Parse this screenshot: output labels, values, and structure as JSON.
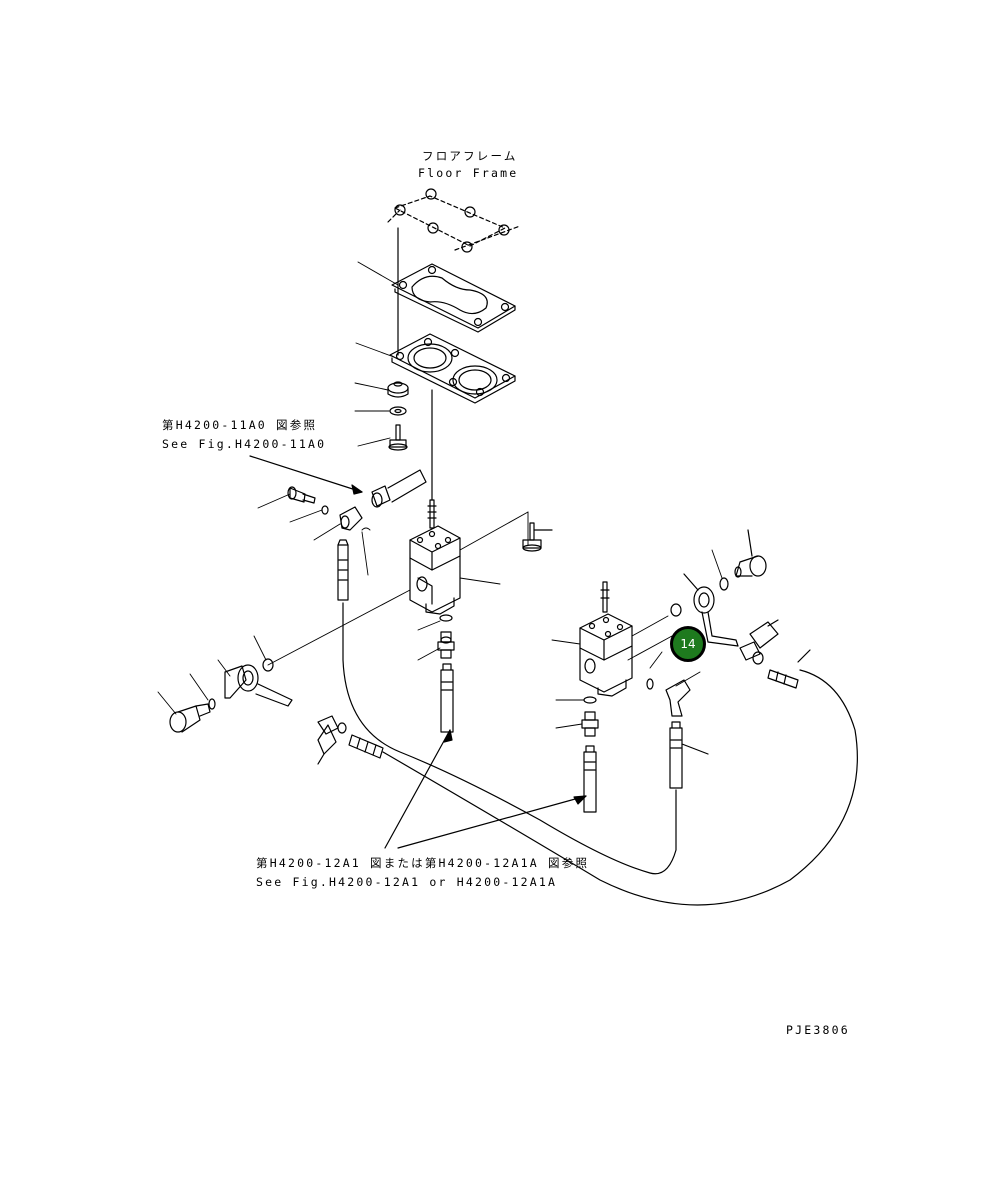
{
  "labels": {
    "floor_frame_jp": "フロアフレーム",
    "floor_frame_en": "Floor Frame",
    "ref_11a0_jp": "第H4200-11A0 図参照",
    "ref_11a0_en": "See Fig.H4200-11A0",
    "ref_12a1_jp": "第H4200-12A1 図または第H4200-12A1A 図参照",
    "ref_12a1_en": "See Fig.H4200-12A1 or H4200-12A1A",
    "drawing_code": "PJE3806"
  },
  "callout": {
    "number": "14",
    "color": "#1e7a1e"
  }
}
